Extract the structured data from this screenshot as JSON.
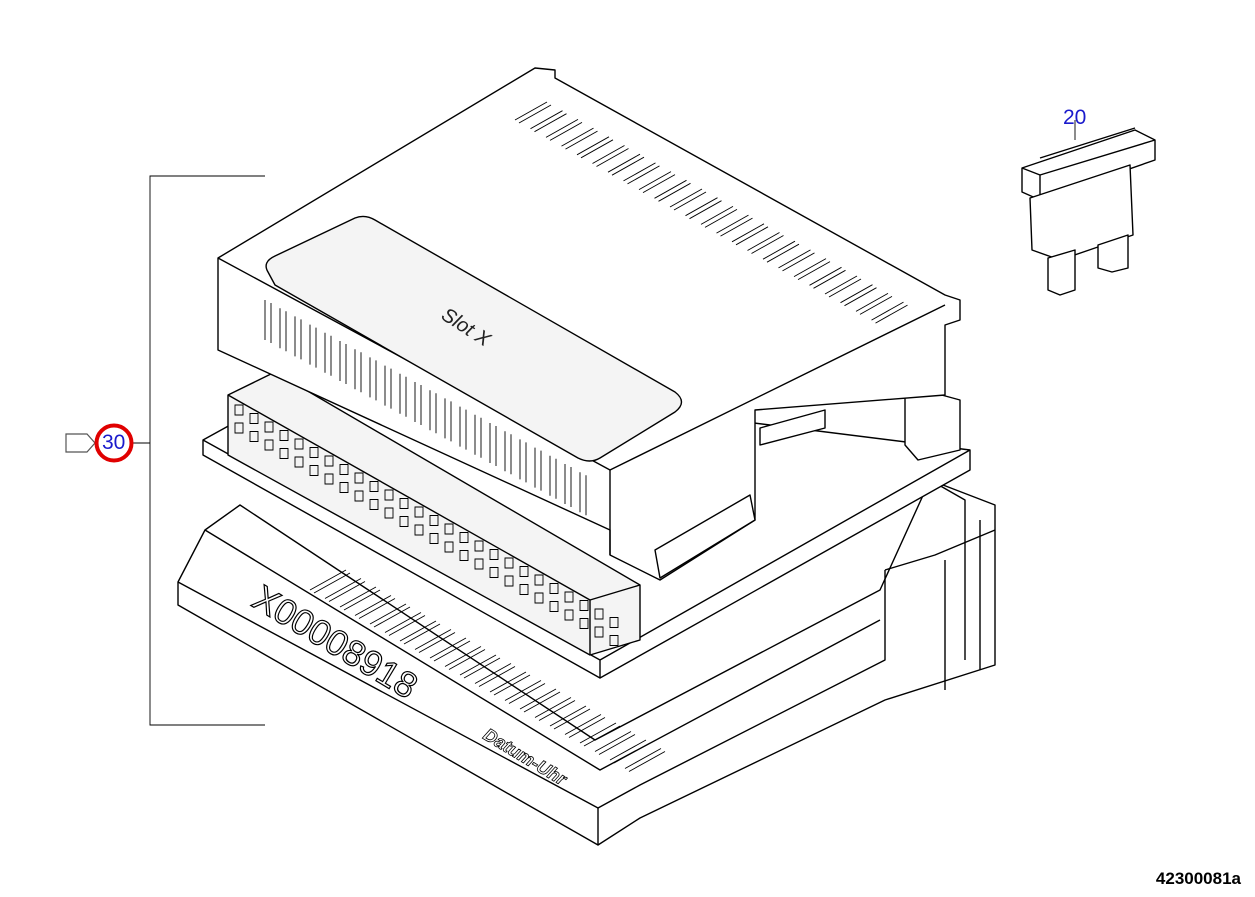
{
  "callouts": {
    "fuse": "20",
    "module_assembly": "30"
  },
  "part_markings": {
    "module_label": "Slot X",
    "tray_part_number": "X00008918",
    "tray_label": "Datum-Uhr"
  },
  "diagram_code": "42300081a",
  "colors": {
    "callout_text": "#1a1acc",
    "highlight_ring": "#e00000"
  }
}
